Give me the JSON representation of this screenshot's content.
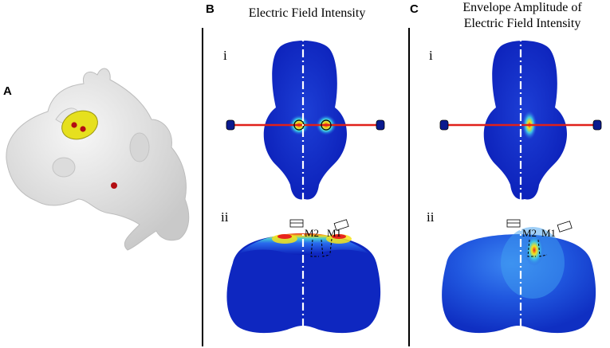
{
  "panels": {
    "a": {
      "letter": "A"
    },
    "b": {
      "letter": "B",
      "title": "Electric Field Intensity",
      "sub_i": "i",
      "sub_ii": "ii",
      "m2": "M2",
      "m1": "M1"
    },
    "c": {
      "letter": "C",
      "title_line1": "Envelope Amplitude of",
      "title_line2": "Electric Field Intensity",
      "sub_i": "i",
      "sub_ii": "ii",
      "m2": "M2",
      "m1": "M1"
    }
  },
  "colors": {
    "field_low": "#0b1fb8",
    "field_mid": "#2b6ff0",
    "field_high": "#f5e31a",
    "field_peak": "#e8231d",
    "electrode_line": "#e0201a",
    "model_gray": "#e3e3e3",
    "highlight_yellow": "#e6e01e",
    "marker_red": "#b30d12"
  }
}
